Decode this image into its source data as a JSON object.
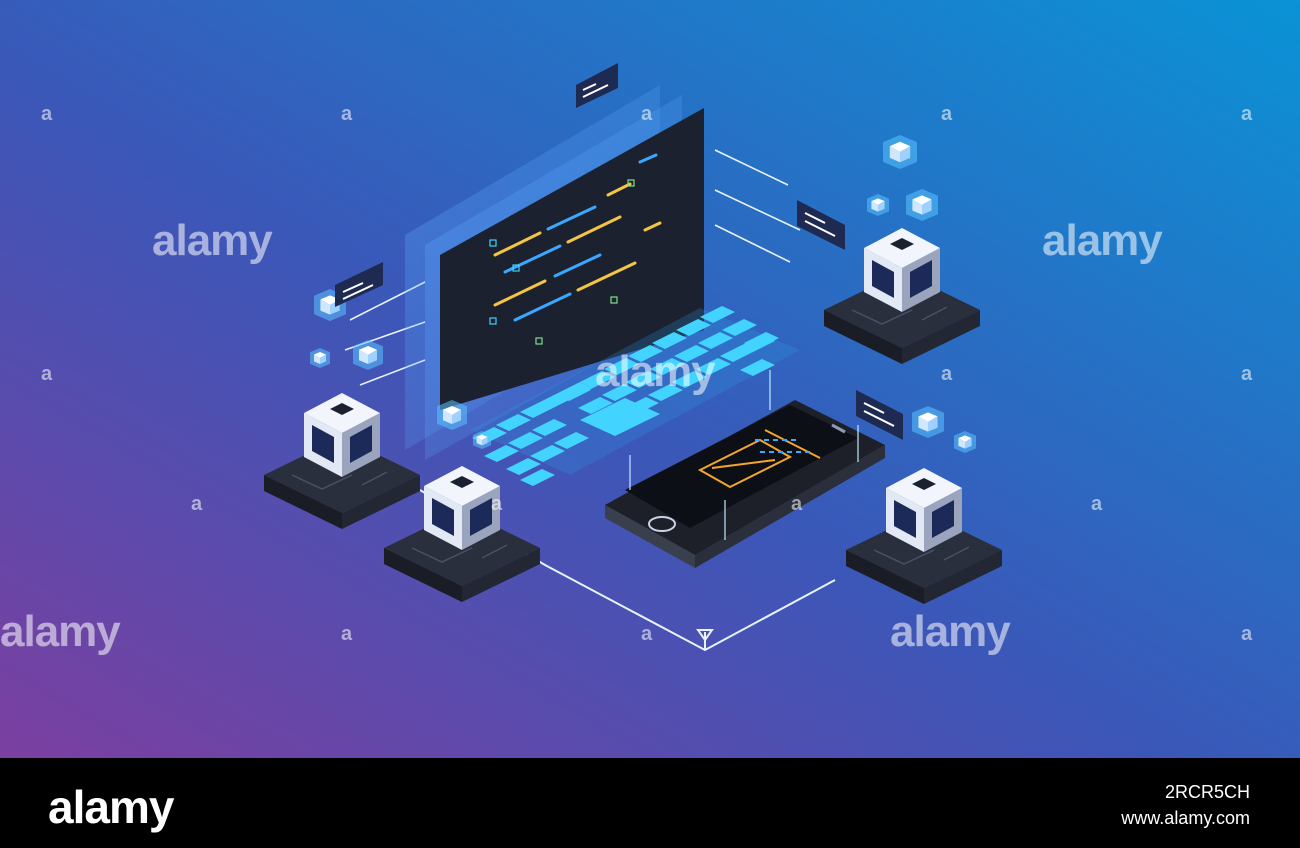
{
  "watermark": {
    "brand": "alamy",
    "mark": "a"
  },
  "footer": {
    "logo": "alamy",
    "image_id": "2RCR5CH",
    "url": "www.alamy.com"
  },
  "colors": {
    "bg_purple": "#7b3fa0",
    "bg_blue": "#1f6fc4",
    "bg_cyan": "#0a93d6",
    "screen": "#1c2130",
    "key": "#3fd0ff",
    "code_yellow": "#f4c542",
    "code_blue": "#3aa8ff",
    "server_body": "#c9d3e6",
    "server_base": "#2a2f3d"
  },
  "icons": [
    "laptop-screen",
    "holographic-keyboard",
    "smartphone",
    "server-node",
    "cube-icon",
    "chat-bubble-icon"
  ]
}
